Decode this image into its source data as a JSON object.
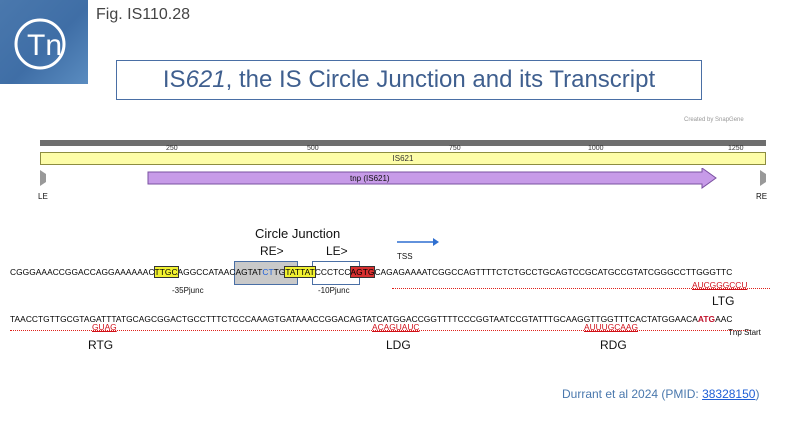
{
  "figure_label": "Fig. IS110.28",
  "logo_text": "Tn",
  "title": {
    "prefix": "IS",
    "italic": "621",
    "suffix": ", the IS Circle Junction and its Transcript"
  },
  "snapgene_note": "Created by SnapGene",
  "map": {
    "ticks": [
      "250",
      "500",
      "750",
      "1000",
      "1250"
    ],
    "is_label": "IS621",
    "tnp_label": "tnp (IS621)",
    "left_end": "LE",
    "right_end": "RE"
  },
  "junction": {
    "circle_junction": "Circle Junction",
    "re_label": "RE>",
    "le_label": "LE>",
    "tss": "TSS",
    "minus35": "-35Pjunc",
    "minus10": "-10Pjunc"
  },
  "seq1": {
    "a": "CGGGAAACCGGACCAGGAAAAAAC",
    "b": "TTGC",
    "c": "AGGCC",
    "d": "ATAACAGTAT",
    "e": "CT",
    "f": "TG",
    "g": "TATTAT",
    "h": "CCCTCC",
    "i": "AGTG",
    "j": "CAGAGAAAATCGGCCAGTTTTCTCTGCCTGCAGTCCGCATGCCGTATCGGGCCTTGGGTTC"
  },
  "seq2": {
    "a": "TAACCTGTTGCGTAGATTTATGCAGCGGACTGCCTTTCTCCCAAAGTGATAAACCGGACAGTATCATGGACCGGTTTTCCCGGTAATCCGTATTTGCAAGGTTGGTTTCACTATGGAACA",
    "b": "ATG",
    "c": "AAC"
  },
  "rna": {
    "ltg_seq": "AUCGGGCCU",
    "ltg": "LTG",
    "rtg_seq": "GUAG",
    "rtg": "RTG",
    "ldg_seq": "ACAGUAUC",
    "ldg": "LDG",
    "rdg_seq": "AUUUGCAAG",
    "rdg": "RDG",
    "tnp_start": "Tnp Start"
  },
  "citation": {
    "text": "Durrant et al 2024 (PMID: ",
    "pmid": "38328150",
    "end": ")"
  },
  "colors": {
    "title": "#3f5f8f",
    "ruler": "#6e6e6e",
    "is_bar": "#fdfda8",
    "tnp_arrow": "#c79be8",
    "red": "#d0101a",
    "link": "#1f5fd6"
  }
}
